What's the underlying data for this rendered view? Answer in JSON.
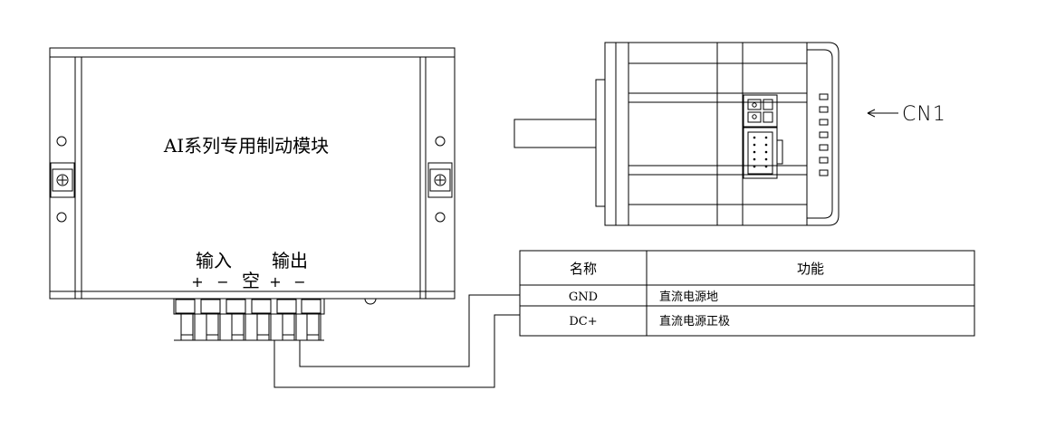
{
  "module": {
    "title": "AI系列专用制动模块",
    "input_label": "输入",
    "output_label": "输出",
    "empty_label": "空",
    "plus_1": "+",
    "minus_1": "−",
    "plus_2": "+",
    "minus_2": "−"
  },
  "motor": {
    "connector_label": "CN1"
  },
  "table": {
    "headers": [
      "名称",
      "功能"
    ],
    "rows": [
      [
        "GND",
        "直流电源地"
      ],
      [
        "DC+",
        "直流电源正极"
      ]
    ]
  }
}
